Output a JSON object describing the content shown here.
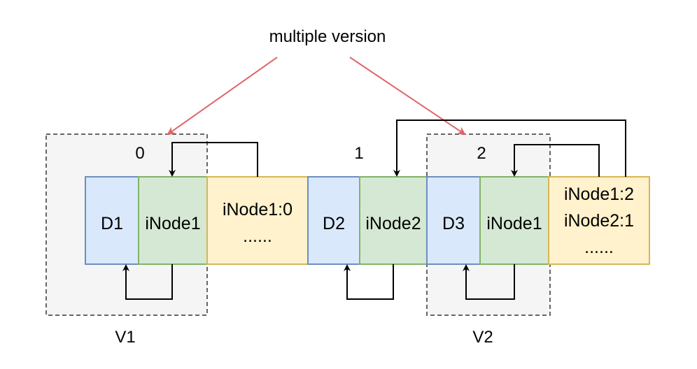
{
  "annotation": {
    "text": "multiple version",
    "arrow_color": "#e06666"
  },
  "segment_numbers": [
    "0",
    "1",
    "2"
  ],
  "version_groups": [
    {
      "label": "V1"
    },
    {
      "label": "V2"
    }
  ],
  "blocks": [
    {
      "lines": [
        "D1"
      ],
      "kind": "data"
    },
    {
      "lines": [
        "iNode1"
      ],
      "kind": "inode"
    },
    {
      "lines": [
        "iNode1:0",
        "......"
      ],
      "kind": "map"
    },
    {
      "lines": [
        "D2"
      ],
      "kind": "data"
    },
    {
      "lines": [
        "iNode2"
      ],
      "kind": "inode"
    },
    {
      "lines": [
        "D3"
      ],
      "kind": "data"
    },
    {
      "lines": [
        "iNode1"
      ],
      "kind": "inode"
    },
    {
      "lines": [
        "iNode1:2",
        "iNode2:1",
        "......"
      ],
      "kind": "map"
    }
  ],
  "colors": {
    "data_fill": "#dae8fc",
    "data_stroke": "#6c8ebf",
    "inode_fill": "#d5e8d4",
    "inode_stroke": "#82b366",
    "map_fill": "#fff2cc",
    "map_stroke": "#d6b656",
    "group_fill": "#f5f5f5",
    "group_stroke": "#666666"
  }
}
